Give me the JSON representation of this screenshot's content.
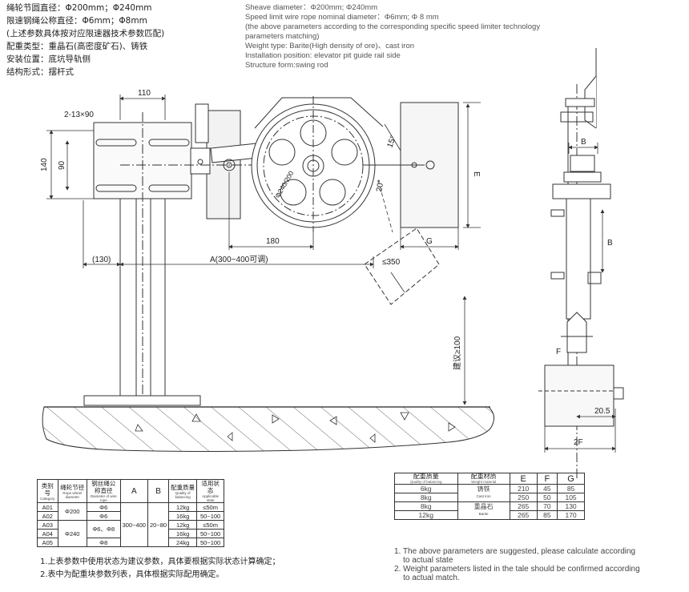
{
  "specs_cn": [
    "绳轮节圆直径：Φ200mm；Φ240mm",
    "限速钢绳公称直径：Φ6mm；Φ8mm",
    "(上述参数具体按对应限速器技术参数匹配)",
    "配重类型：重晶石(高密度矿石)、铸铁",
    "安装位置：底坑导轨侧",
    "结构形式：摆杆式"
  ],
  "specs_en": [
    "Sheave diameter：Φ200mm; Φ240mm",
    "Speed limit wire rope nominal diameter：Φ6mm; Φ 8 mm",
    "(the above parameters according to the corresponding specific speed limiter technology",
    "parameters matching)",
    "Weight  type: Barite(High density of ore)、cast  iron",
    "Installation position: elevator pit guide rail side",
    "Structure form:swing rod"
  ],
  "dims": {
    "d110": "110",
    "hole": "2-13×90",
    "d140": "140",
    "d90": "90",
    "d180": "180",
    "d130": "(130)",
    "a_range": "A(300~400可调)",
    "le350": "≤350",
    "g": "G",
    "e": "E",
    "angle15": "15°",
    "angle20": "20°",
    "sheave": "Φ240/200",
    "suggest": "建议≥100",
    "b_top": "B",
    "b_side": "B",
    "f": "F",
    "d20_5": "20.5",
    "f2": "2F"
  },
  "table1": {
    "headers": [
      {
        "cn": "类别号",
        "en": "Category"
      },
      {
        "cn": "绳轮节径",
        "en": "Rope wheel diameter"
      },
      {
        "cn": "钢丝绳公称直径",
        "en": "Diameter of wire rope"
      },
      {
        "cn": "A",
        "en": ""
      },
      {
        "cn": "B",
        "en": ""
      },
      {
        "cn": "配重质量",
        "en": "Quality of balancing"
      },
      {
        "cn": "适用状态",
        "en": "Applicable state"
      }
    ],
    "categories": [
      "A01",
      "A02",
      "A03",
      "A04",
      "A05"
    ],
    "rope_wheel": [
      "Φ200",
      "Φ240"
    ],
    "wire": [
      "Φ6",
      "Φ6",
      "Φ6、Φ8",
      "Φ8"
    ],
    "a_val": "300~400",
    "b_val": "20~80",
    "mass": [
      "12kg",
      "16kg",
      "12kg",
      "16kg",
      "24kg"
    ],
    "state": [
      "≤50m",
      "50~100",
      "≤50m",
      "50~100",
      "50~100"
    ]
  },
  "table2": {
    "headers": [
      {
        "cn": "配重质量",
        "en": "Quality of balancing"
      },
      {
        "cn": "配重材质",
        "en": "Weight material"
      },
      {
        "cn": "E",
        "en": ""
      },
      {
        "cn": "F",
        "en": ""
      },
      {
        "cn": "G",
        "en": ""
      }
    ],
    "rows": [
      {
        "mass": "6kg",
        "e": "210",
        "f": "45",
        "g": "85"
      },
      {
        "mass": "8kg",
        "e": "250",
        "f": "50",
        "g": "105"
      },
      {
        "mass": "8kg",
        "e": "265",
        "f": "70",
        "g": "130"
      },
      {
        "mass": "12kg",
        "e": "265",
        "f": "85",
        "g": "170"
      }
    ],
    "material_iron": {
      "cn": "铸铁",
      "en": "Cast iron"
    },
    "material_barite": {
      "cn": "重晶石",
      "en": "Barite"
    }
  },
  "notes_cn": [
    "1.上表参数中使用状态为建议参数，具体要根据实际状态计算确定；",
    "2.表中为配重块参数列表，具体根据实际配用确定。"
  ],
  "notes_en": [
    "1. The above parameters are suggested, please calculate according",
    "    to actual state",
    "2. Weight parameters listed in the tale should be confirmed according",
    "    to actual match."
  ]
}
